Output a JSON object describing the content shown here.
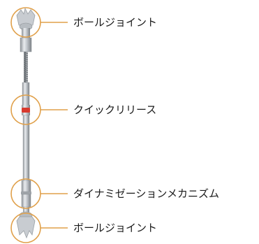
{
  "callouts": [
    {
      "id": "top-ball-joint",
      "label": "ボールジョイント"
    },
    {
      "id": "quick-release",
      "label": "クイックリリース"
    },
    {
      "id": "dynamization",
      "label": "ダイナミゼーションメカニズム"
    },
    {
      "id": "bottom-ball-joint",
      "label": "ボールジョイント"
    }
  ],
  "colors": {
    "callout_ring": "#e0a04a",
    "leader_line": "#e0a04a",
    "rod_metal": "#c9cdd2",
    "rod_dark": "#8d9298",
    "release_ring": "#d83a2e"
  }
}
